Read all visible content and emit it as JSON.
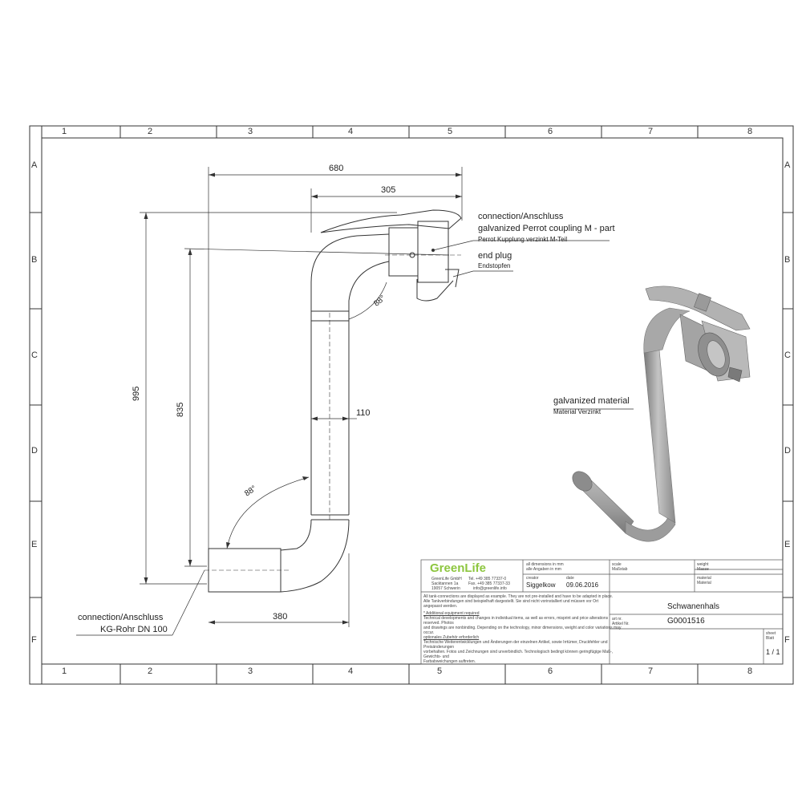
{
  "grid": {
    "columns": [
      "1",
      "2",
      "3",
      "4",
      "5",
      "6",
      "7",
      "8"
    ],
    "rows": [
      "A",
      "B",
      "C",
      "D",
      "E",
      "F"
    ]
  },
  "dimensions": {
    "d680": "680",
    "d305": "305",
    "d995": "995",
    "d835": "835",
    "d110": "110",
    "d380": "380",
    "angle_top": "88°",
    "angle_bottom": "88°"
  },
  "callouts": {
    "coupling": {
      "line1": "connection/Anschluss",
      "line2": "galvanized Perrot coupling M - part",
      "line3": "Perrot Kupplung verzinkt M-Teil"
    },
    "plug": {
      "line1": "end plug",
      "line2": "Endstopfen"
    },
    "material": {
      "line1": "galvanized material",
      "line2": "Material Verzinkt"
    },
    "pipe": {
      "line1": "connection/Anschluss",
      "line2": "KG-Rohr DN 100"
    }
  },
  "title_block": {
    "logo": "GreenLife",
    "company": [
      "GreenLife GmbH",
      "Sacktannen 1a",
      "19057 Schwerin"
    ],
    "contact": [
      "Tel. +49 385 77337-0",
      "Fax. +49 385 77337-33",
      "info@greenlife.info"
    ],
    "dims_note": [
      "all dimensions in mm",
      "alle Angaben in mm"
    ],
    "creator_label": "creator",
    "creator": "Siggelkow",
    "date_label": "date",
    "date": "09.06.2016",
    "scale_label": [
      "scale",
      "Maßstab"
    ],
    "weight_label": [
      "weight",
      "Masse"
    ],
    "material_label": [
      "material",
      "Material"
    ],
    "title": "Schwanenhals",
    "artno_label": [
      "art nr.",
      "Artikel Nr."
    ],
    "artno": "G0001516",
    "sheet_label": [
      "sheet",
      "Blatt"
    ],
    "sheet": "1 / 1",
    "notes": [
      "All tank-connections are displayed as example. They are not pre-installed and have to be adapted in place.",
      "Alle Tankverbindungen sind beispielhaft dargestellt. Sie sind nicht vorinstalliert und müssen vor Ort",
      "angepasst werden.",
      "* Additional equipment required",
      "Technical developments and changes in individual items, as well as errors, misprint and price alterations",
      "reserved. Photos",
      "and drawings are nonbinding. Depending on the technology, minor dimensions, weight and color variations may",
      "occur.",
      "  optionales Zubehör erforderlich",
      "Technische Weiterentwicklungen und Änderungen der einzelnen Artikel, sowie Irrtümer, Druckfehler und",
      "Preisänderungen",
      "vorbehalten. Fotos und Zeichnungen sind unverbindlich. Technologisch bedingt können geringfügige Maß-,",
      "Gewichts- und",
      "Farbabweichungen auftreten."
    ]
  },
  "colors": {
    "logo": "#8dc63f",
    "line": "#333333",
    "render_body": "#9a9a9a",
    "render_light": "#c8c8c8",
    "render_dark": "#6e6e6e"
  }
}
